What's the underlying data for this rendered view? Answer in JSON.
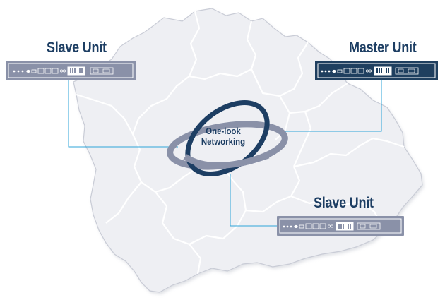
{
  "colors": {
    "master_unit_fill": "#1f3f5f",
    "slave_unit_fill": "#8a91a8",
    "link_line": "#2fa4d8",
    "label_text": "#1d3e63",
    "map_fill": "#eeeff3",
    "map_border": "#c9ccd6"
  },
  "units": [
    {
      "role": "slave",
      "label": "Slave Unit"
    },
    {
      "role": "master",
      "label": "Master Unit"
    },
    {
      "role": "slave",
      "label": "Slave Unit"
    }
  ],
  "center": {
    "line1": "One-look",
    "line2": "Networking"
  },
  "icons": {
    "map": "region-map-outline",
    "ring": "networking-ring-icon",
    "device": "rack-unit-device"
  }
}
